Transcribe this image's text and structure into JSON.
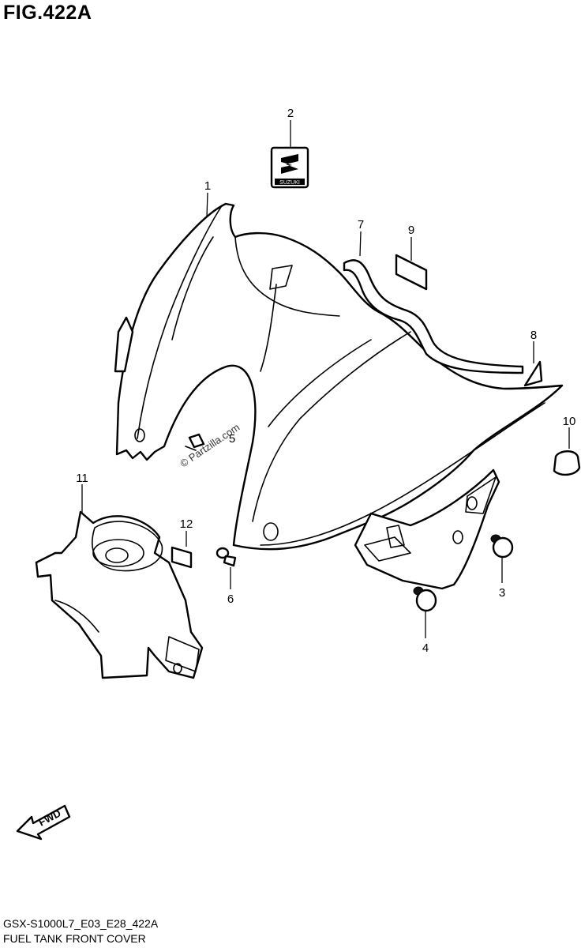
{
  "figure": {
    "title": "FIG.422A",
    "code": "GSX-S1000L7_E03_E28_422A",
    "caption": "FUEL TANK FRONT COVER"
  },
  "watermark": "© Partzilla.com",
  "emblem_text": "SUZUKI",
  "direction_label": "FWD",
  "callouts": [
    {
      "id": "1",
      "label": "1"
    },
    {
      "id": "2",
      "label": "2"
    },
    {
      "id": "3",
      "label": "3"
    },
    {
      "id": "4",
      "label": "4"
    },
    {
      "id": "5",
      "label": "5"
    },
    {
      "id": "6",
      "label": "6"
    },
    {
      "id": "7",
      "label": "7"
    },
    {
      "id": "8",
      "label": "8"
    },
    {
      "id": "9",
      "label": "9"
    },
    {
      "id": "10",
      "label": "10"
    },
    {
      "id": "11",
      "label": "11"
    },
    {
      "id": "12",
      "label": "12"
    }
  ]
}
